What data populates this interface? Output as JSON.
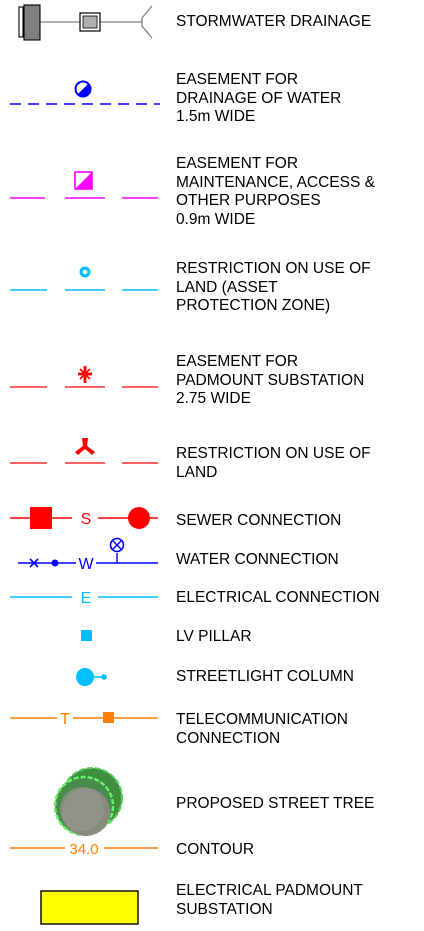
{
  "legend": {
    "items": [
      {
        "key": "stormwater",
        "symbol": "stormwater-drainage-icon",
        "label": "STORMWATER DRAINAGE"
      },
      {
        "key": "easement-drainage",
        "symbol": "blue-dashed-line-with-circle-icon",
        "label": "EASEMENT FOR\nDRAINAGE OF WATER\n1.5m WIDE"
      },
      {
        "key": "easement-maintenance",
        "symbol": "magenta-dashed-line-with-square-icon",
        "label": "EASEMENT FOR\nMAINTENANCE, ACCESS &\nOTHER PURPOSES\n0.9m WIDE"
      },
      {
        "key": "restriction-apz",
        "symbol": "cyan-dashed-line-with-ring-icon",
        "label": "RESTRICTION ON USE OF\nLAND (ASSET\nPROTECTION ZONE)"
      },
      {
        "key": "easement-padmount",
        "symbol": "red-dashed-line-with-star-icon",
        "label": "EASEMENT FOR\nPADMOUNT SUBSTATION\n2.75 WIDE"
      },
      {
        "key": "restriction-land",
        "symbol": "red-dashed-line-with-tripod-icon",
        "label": "RESTRICTION ON USE OF\nLAND"
      },
      {
        "key": "sewer",
        "symbol": "sewer-connection-icon",
        "text": "S",
        "label": "SEWER CONNECTION"
      },
      {
        "key": "water",
        "symbol": "water-connection-icon",
        "text": "W",
        "label": "WATER CONNECTION"
      },
      {
        "key": "electrical",
        "symbol": "electrical-connection-icon",
        "text": "E",
        "label": "ELECTRICAL CONNECTION"
      },
      {
        "key": "lv-pillar",
        "symbol": "lv-pillar-icon",
        "label": "LV PILLAR"
      },
      {
        "key": "streetlight",
        "symbol": "streetlight-column-icon",
        "label": "STREETLIGHT COLUMN"
      },
      {
        "key": "telecom",
        "symbol": "telecommunication-connection-icon",
        "text": "T",
        "label": "TELECOMMUNICATION\nCONNECTION"
      },
      {
        "key": "tree",
        "symbol": "street-tree-icon",
        "label": "PROPOSED STREET TREE"
      },
      {
        "key": "contour",
        "symbol": "contour-line-icon",
        "text": "34.0",
        "label": "CONTOUR"
      },
      {
        "key": "padmount",
        "symbol": "padmount-substation-icon",
        "label": "ELECTRICAL PADMOUNT\nSUBSTATION"
      }
    ]
  },
  "colors": {
    "blue": "#0000ff",
    "magenta": "#ff00ff",
    "cyan": "#00bfff",
    "red": "#ff0000",
    "orange": "#ff8000",
    "gray": "#808080",
    "tree": "#2e8b2e",
    "yellow": "#ffff00"
  }
}
